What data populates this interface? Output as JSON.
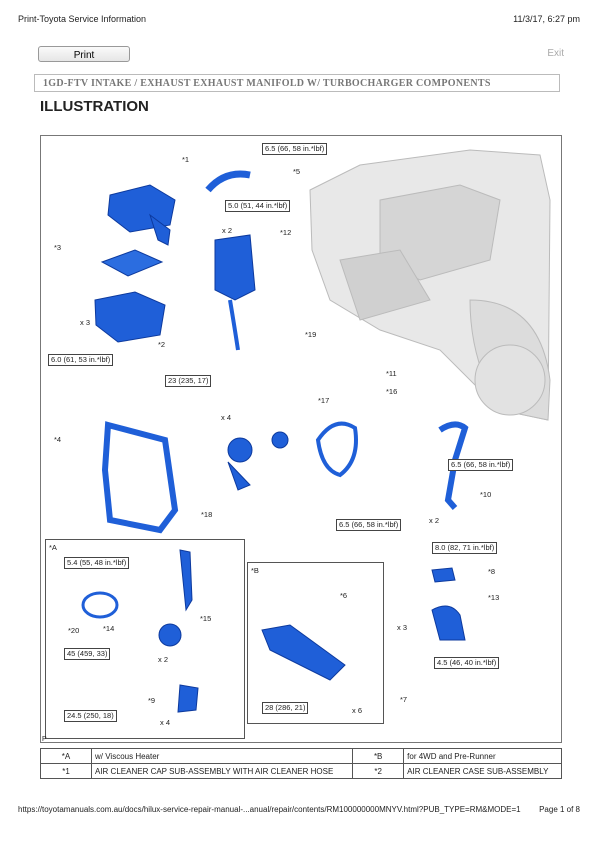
{
  "browser": {
    "page_title": "Print-Toyota Service Information",
    "datetime": "11/3/17, 6:27 pm"
  },
  "toolbar": {
    "print_label": "Print",
    "exit_label": "Exit"
  },
  "breadcrumb": "1GD-FTV INTAKE / EXHAUST  EXHAUST MANIFOLD W/ TURBOCHARGER  COMPONENTS",
  "section_title": "ILLUSTRATION",
  "illustration": {
    "callouts": [
      "*1",
      "*2",
      "*3",
      "*4",
      "*5",
      "*6",
      "*8",
      "*9",
      "*10",
      "*11",
      "*12",
      "*13",
      "*14",
      "*15",
      "*16",
      "*17",
      "*18",
      "*19",
      "*20",
      "*7"
    ],
    "torques": {
      "t1": "6.5 (66, 58 in.*lbf)",
      "t2": "5.0 (51, 44 in.*lbf)",
      "t3": "6.0 (61, 53 in.*lbf)",
      "t4": "23 (235, 17)",
      "t5": "6.5 (66, 58 in.*lbf)",
      "t6": "6.5 (66, 58 in.*lbf)",
      "t7": "8.0 (82, 71 in.*lbf)",
      "t8": "5.4 (55, 48 in.*lbf)",
      "t9": "45 (459, 33)",
      "t10": "24.5 (250, 18)",
      "t11": "28 (286, 21)",
      "t12": "4.5 (46, 40 in.*lbf)"
    },
    "quantities": {
      "x2": "x 2",
      "x3": "x 3",
      "x4": "x 4",
      "x6": "x 6"
    },
    "sub_a": "*A",
    "sub_b": "*B",
    "p_mark": "P"
  },
  "legend": [
    [
      "*A",
      "w/ Viscous Heater",
      "*B",
      "for 4WD and Pre-Runner"
    ],
    [
      "*1",
      "AIR CLEANER CAP SUB-ASSEMBLY WITH AIR CLEANER HOSE",
      "*2",
      "AIR CLEANER CASE SUB-ASSEMBLY"
    ]
  ],
  "footer": {
    "url": "https://toyotamanuals.com.au/docs/hilux-service-repair-manual-...anual/repair/contents/RM100000000MNYV.html?PUB_TYPE=RM&MODE=1",
    "page": "Page 1 of 8"
  },
  "colors": {
    "part_blue": "#1f5fd8",
    "part_dark": "#0d3a9e",
    "line": "#555555"
  }
}
